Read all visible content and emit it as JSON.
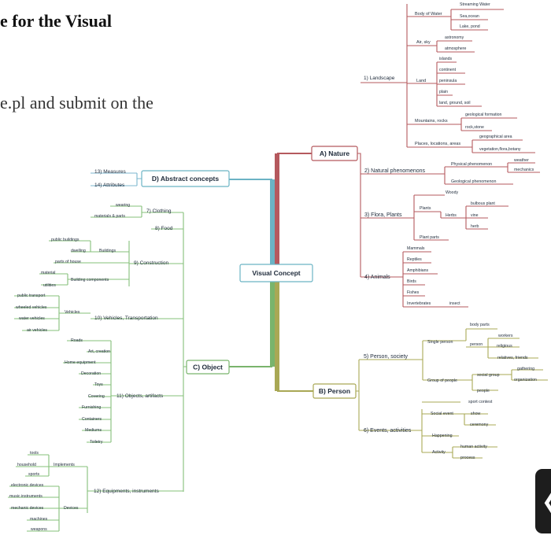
{
  "heading": "e for the Visual",
  "subline": "e.pl and submit on the",
  "side_tab_icon": "chevron-left-icon",
  "colors": {
    "nature": "#b5595e",
    "person": "#a9a855",
    "object": "#79b46c",
    "abstract": "#6bb3c4",
    "branch_green": "#86c07a",
    "branch_blue": "#7cb7cf"
  },
  "center": "Visual Concept",
  "mains": {
    "nature": "A) Nature",
    "person": "B) Person",
    "object": "C) Object",
    "abstract": "D) Abstract concepts"
  },
  "nature": {
    "landscape": "1) Landscape",
    "body_of_water": "Body of Water",
    "streaming_water": "Streaming Water",
    "sea_ocean": "Sea,ocean",
    "lake_pond": "Lake, pond",
    "air_sky": "Air, sky",
    "astronomy": "astronomy",
    "atmosphere": "atmosphere",
    "land": "Land",
    "islands": "islands",
    "continent": "continent",
    "peninsula": "peninsula",
    "plain": "plain",
    "land_ground_soil": "land, ground, soil",
    "mountains_rocks": "Mountains, rocks",
    "geological_formation": "geological formation",
    "rock_stone": "rock,stone",
    "places_locations_areas": "Places, locations, areas",
    "geographical_area": "geographical area",
    "vegetation": "vegetation,flora,botany",
    "natural_phenomenons": "2) Natural phenomenons",
    "physical_phenomenon": "Physical phenomenon",
    "weather": "weather",
    "mechanics": "mechanics",
    "geological_phenomenon": "Geological phenomenon",
    "flora_plants": "3) Flora, Plants",
    "woody": "Woody",
    "plants": "Plants",
    "bulbous_plant": "bulbous plant",
    "herbs": "Herbs",
    "vine": "vine",
    "herb": "herb",
    "plant_parts": "Plant parts",
    "animals": "4) Animals",
    "mammals": "Mammals",
    "reptiles": "Reptiles",
    "amphibians": "Amphibians",
    "birds": "Birds",
    "fishes": "Fishes",
    "invertebrates": "Invertebrates",
    "insect": "insect"
  },
  "person": {
    "person_society": "5) Person, society",
    "single_person": "Single person",
    "body_parts": "body parts",
    "person": "person",
    "workers": "workers",
    "religious": "religious",
    "relatives_friends": "relatives, friends",
    "group_of_people": "Group of people",
    "social_group": "social group",
    "gathering": "gathering",
    "organization": "organization",
    "people": "people",
    "events_activities": "6) Events, activities",
    "sport_contest": "sport contest",
    "social_event": "Social event",
    "show": "show",
    "ceremony": "ceremony",
    "happening": "Happening",
    "activity": "Activity",
    "human_activity": "human activity",
    "process": "process"
  },
  "abstract": {
    "measures": "13) Measures",
    "attributes": "14) Attributes"
  },
  "object": {
    "clothing": "7) Clothing",
    "wearing": "wearing",
    "materials_parts": "materials & parts",
    "food": "8) Food",
    "construction": "9) Construction",
    "public_buildings": "public buildings",
    "dwelling": "dwelling",
    "buildings": "Buildings",
    "parts_of_house": "parts of house",
    "material": "material",
    "building_components": "Building components",
    "utilities": "utilities",
    "vehicles_transportation": "10) Vehicles, Transportation",
    "public_transport": "public transport",
    "wheeled_vehicles": "wheeled vehicles",
    "vehicles": "Vehicles",
    "water_vehicles": "water vehicles",
    "air_vehicles": "air vehicles",
    "objects_artifacts": "11) Objects, artifacts",
    "roads": "Roads",
    "art_creation": "Art, creation",
    "home_equipment": "Home equipment",
    "decoration": "Decoration",
    "toys": "Toys",
    "covering": "Covering",
    "furnishing": "Furnishing",
    "containers": "Containers",
    "mediums": "Mediums",
    "toiletry": "Toiletry",
    "equipments_instruments": "12) Equipments, instruments",
    "tools": "tools",
    "household": "household",
    "implements": "Implements",
    "sports": "sports",
    "electronic_devices": "electronic devices",
    "music_instruments": "music instruments",
    "mechanic_devices": "mechanic devices",
    "devices": "Devices",
    "machines": "machines",
    "weapons": "weapons"
  }
}
